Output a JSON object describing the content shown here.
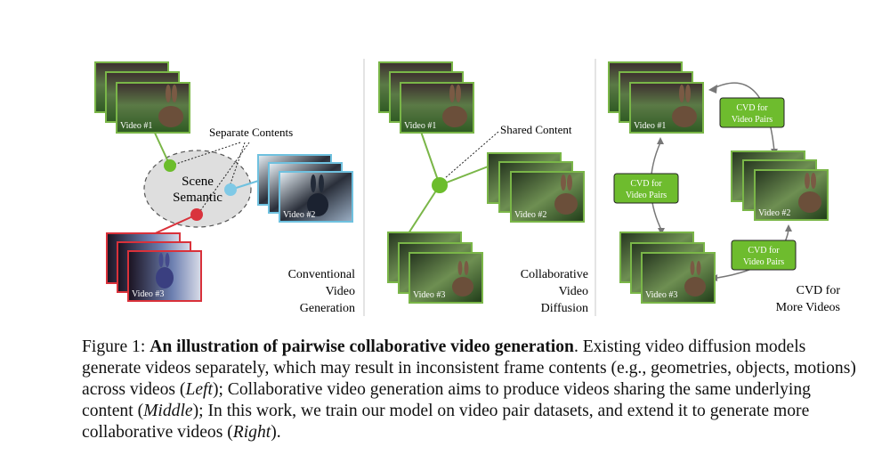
{
  "panels": {
    "left": {
      "title_lines": [
        "Conventional",
        "Video",
        "Generation"
      ],
      "bubble_lines": [
        "Scene",
        "Semantic"
      ],
      "annotation": "Separate Contents",
      "videos": [
        "Video #1",
        "Video #2",
        "Video #3"
      ]
    },
    "middle": {
      "title_lines": [
        "Collaborative",
        "Video",
        "Diffusion"
      ],
      "annotation": "Shared Content",
      "videos": [
        "Video #1",
        "Video #2",
        "Video #3"
      ]
    },
    "right": {
      "title_lines": [
        "CVD for",
        "More Videos"
      ],
      "videos": [
        "Video #1",
        "Video #2",
        "Video #3"
      ],
      "cvd_boxes": [
        [
          "CVD for",
          "Video Pairs"
        ],
        [
          "CVD for",
          "Video Pairs"
        ],
        [
          "CVD for",
          "Video Pairs"
        ]
      ]
    }
  },
  "colors": {
    "frame_green": "#7ab648",
    "frame_blue": "#6fc1df",
    "frame_red": "#d9313a",
    "box_green": "#6ebc2e",
    "node_green": "#6cbd2c",
    "node_blue": "#7fc9e6",
    "node_red": "#d9333d"
  },
  "caption": {
    "label": "Figure 1:",
    "title": "An illustration of pairwise collaborative video generation",
    "body_1": ". Existing video diffusion models generate videos separately, which may result in inconsistent frame contents (e.g., geometries, objects, motions) across videos (",
    "left": "Left",
    "body_2": "); Collaborative video generation aims to produce videos sharing the same underlying content (",
    "middle": "Middle",
    "body_3": "); In this work, we train our model on video pair datasets, and extend it to generate more collaborative videos (",
    "right": "Right",
    "body_4": ")."
  }
}
